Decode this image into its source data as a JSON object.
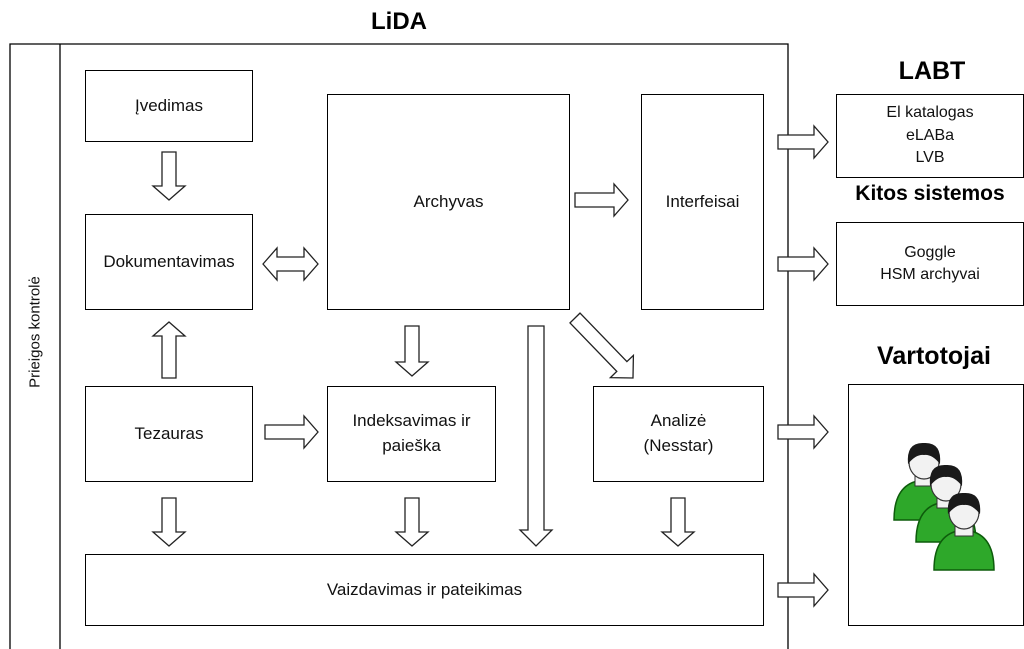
{
  "title": "LiDA",
  "side_label": "Prieigos kontrolė",
  "boxes": {
    "ivedimas": "Įvedimas",
    "dokumentavimas": "Dokumentavimas",
    "tezauras": "Tezauras",
    "archyvas": "Archyvas",
    "interfeisai": "Interfeisai",
    "indeksavimas": [
      "Indeksavimas ir",
      "paieška"
    ],
    "analize": [
      "Analizė",
      "(Nesstar)"
    ],
    "vaizdavimas": "Vaizdavimas ir pateikimas"
  },
  "external": {
    "labt": {
      "heading": "LABT",
      "items": [
        "El katalogas",
        "eLABa",
        "LVB"
      ]
    },
    "kitos": {
      "heading": "Kitos sistemos",
      "items": [
        "Goggle",
        "HSM archyvai"
      ]
    },
    "vartotojai": {
      "heading": "Vartotojai",
      "icon": "users-icon"
    }
  },
  "colors": {
    "users_green": "#2ea82a",
    "users_dark": "#1a1a1a",
    "skin": "#f2f2f2"
  }
}
